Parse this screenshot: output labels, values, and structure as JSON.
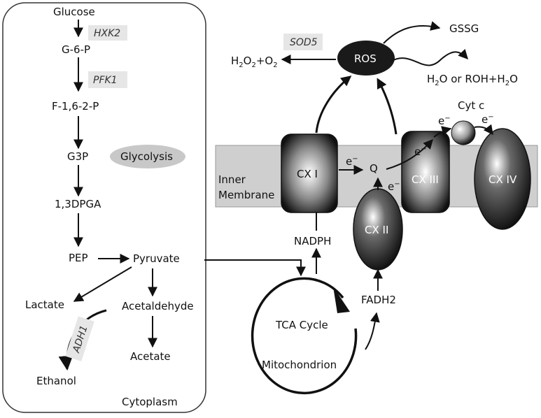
{
  "cytoplasm": {
    "label": "Cytoplasm",
    "glycolysis_label": "Glycolysis",
    "metabolites": {
      "glucose": "Glucose",
      "g6p": "G-6-P",
      "f16p": "F-1,6-2-P",
      "g3p": "G3P",
      "dpga": "1,3DPGA",
      "pep": "PEP",
      "pyruvate": "Pyruvate",
      "lactate": "Lactate",
      "acetaldehyde": "Acetaldehyde",
      "acetate": "Acetate",
      "ethanol": "Ethanol"
    },
    "enzymes": {
      "hxk2": "HXK2",
      "pfk1": "PFK1",
      "adh1": "ADH1"
    }
  },
  "mitochondrion": {
    "inner_membrane_line1": "Inner",
    "inner_membrane_line2": "Membrane",
    "tca_cycle": "TCA Cycle",
    "mitochondrion_label": "Mitochondrion",
    "nadph": "NADPH",
    "fadh2": "FADH2",
    "complexes": {
      "cx1": "CX I",
      "cx2": "CX II",
      "cx3": "CX III",
      "cx4": "CX IV"
    },
    "q": "Q",
    "cytc": "Cyt c",
    "electron": "e",
    "electron_charge": "−"
  },
  "ros_panel": {
    "ros": "ROS",
    "sod5": "SOD5",
    "gssg": "GSSG",
    "h2o2_parts": [
      "H",
      "2",
      "O",
      "2",
      "+O",
      "2"
    ],
    "water_parts": [
      "H",
      "2",
      "O or ROH+H",
      "2",
      "O"
    ]
  },
  "colors": {
    "enzyme_box": "#e6e6e6",
    "membrane": "#cfcfcf",
    "glycolysis_oval": "#c8c8c8",
    "complex_dark": "#1a1a1a"
  }
}
